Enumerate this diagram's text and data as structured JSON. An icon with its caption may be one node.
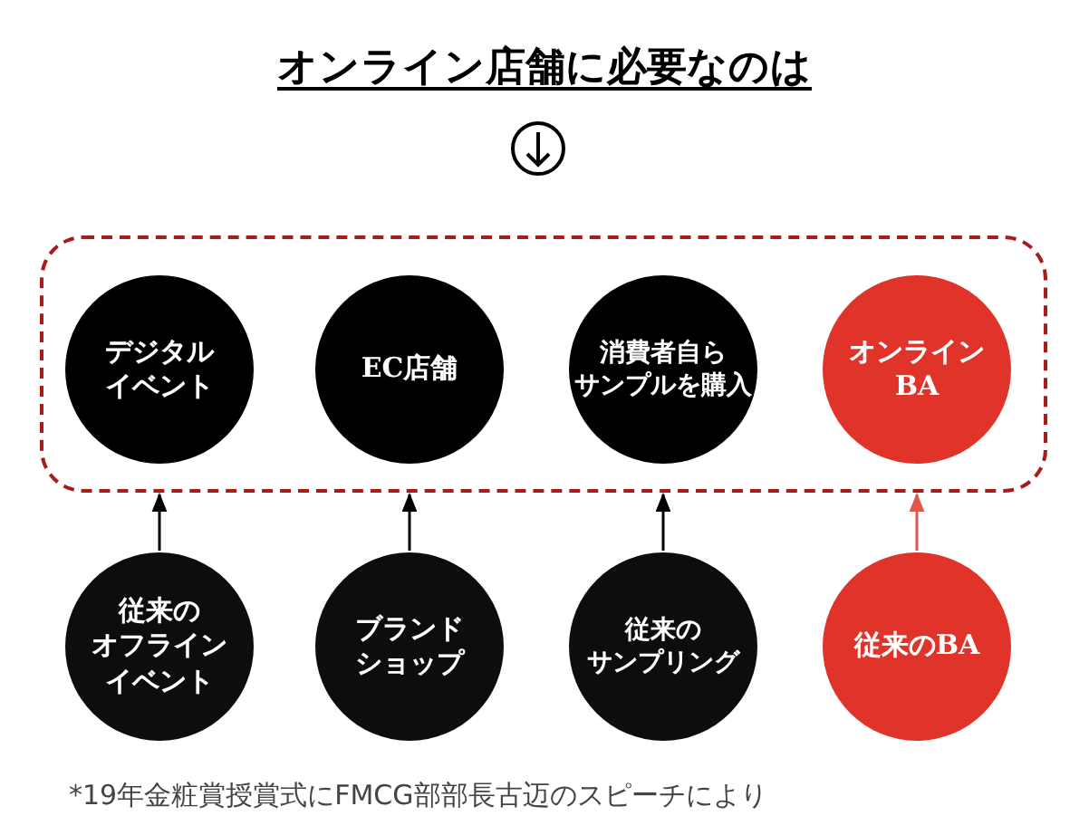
{
  "diagram": {
    "title": "オンライン店舗に必要なのは",
    "nodes": [
      {
        "text": [],
        "shape": "box"
      },
      {
        "text": [
          "デジタルイベント"
        ],
        "in": 0
      },
      {
        "text": [
          "EC店舗"
        ],
        "in": 0
      },
      {
        "text": [
          "消費者自らサンプルを購入"
        ],
        "in": 0
      },
      {
        "text": [
          "オンラインBA"
        ],
        "in": 0
      },
      {
        "text": [
          "従来のオフラインイベント"
        ]
      },
      {
        "text": [
          "ブランドショップ"
        ]
      },
      {
        "text": [
          "従来のサンプリング"
        ]
      },
      {
        "text": [
          "従来のBA"
        ]
      }
    ],
    "edges": [
      {
        "from": 5,
        "to": 0,
        "arrow": "to"
      },
      {
        "from": 6,
        "to": 0,
        "arrow": "to"
      },
      {
        "from": 7,
        "to": 0,
        "arrow": "to"
      },
      {
        "from": 8,
        "to": 0,
        "arrow": "to",
        "color": "#e0574d"
      }
    ],
    "labels": [
      "*19年金粧賞授賞式にFMCG部部長古迈のスピーチにより"
    ]
  }
}
